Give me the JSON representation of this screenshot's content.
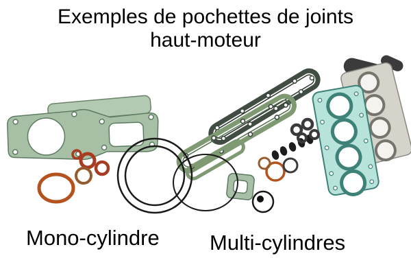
{
  "title": {
    "line1": "Exemples de pochettes de joints",
    "line2": "haut-moteur"
  },
  "labels": {
    "mono": "Mono-cylindre",
    "multi": "Multi-cylindres"
  },
  "illustration": {
    "description": "photo of two top-end gasket kits",
    "left_group": "mono-cylinder gasket set",
    "right_group": "multi-cylinder gasket set"
  },
  "colors": {
    "background": "#ffffff",
    "text": "#000000",
    "sage_green": "#a7c0a5",
    "sage_green_dark": "#5d7a63",
    "olive_green": "#7f9a72",
    "teal_light": "#b7e3da",
    "teal_dark": "#3d8177",
    "grey_gasket": "#d6d3ca",
    "grey_dark": "#8a8880",
    "orange": "#b5531f",
    "red_ring": "#a83c22",
    "black": "#1a1a1a",
    "charcoal": "#3b3b3b"
  }
}
